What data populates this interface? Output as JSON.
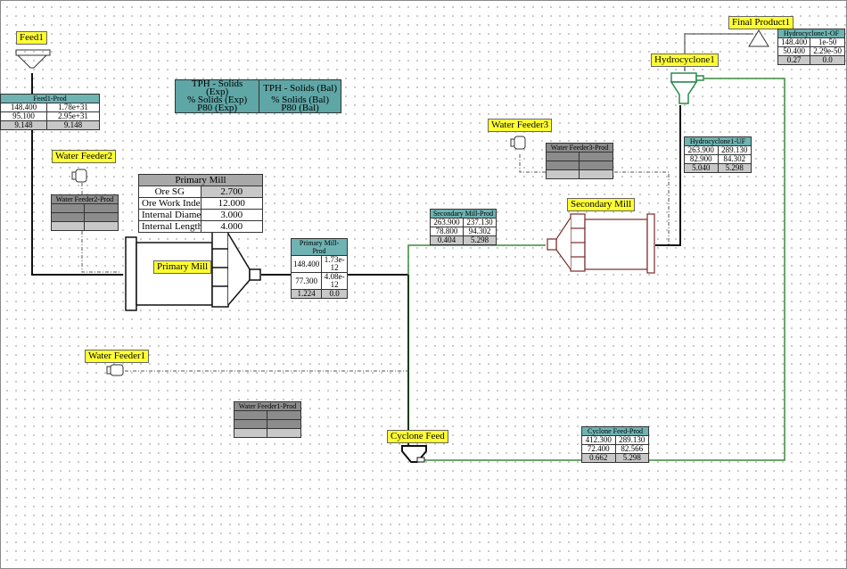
{
  "labels": {
    "feed1": "Feed1",
    "water_feeder2": "Water Feeder2",
    "primary_mill": "Primary Mill",
    "water_feeder1": "Water Feeder1",
    "water_feeder3": "Water Feeder3",
    "secondary_mill": "Secondary Mill",
    "cyclone_feed": "Cyclone Feed",
    "hydrocyclone1": "Hydrocyclone1",
    "final_product1": "Final Product1"
  },
  "legend": {
    "rows": [
      [
        "TPH - Solids (Exp)",
        "TPH - Solids (Bal)"
      ],
      [
        "% Solids (Exp)",
        "% Solids (Bal)"
      ],
      [
        "P80 (Exp)",
        "P80 (Bal)"
      ]
    ]
  },
  "primary_mill_params": {
    "title": "Primary Mill",
    "rows": [
      [
        "Ore SG",
        "2.700"
      ],
      [
        "Ore Work Index (Sim)",
        "12.000"
      ],
      [
        "Internal Diameter (m) (Sim)",
        "3.000"
      ],
      [
        "Internal Length (m)",
        "4.000"
      ]
    ]
  },
  "streams": {
    "feed1_prod": {
      "title": "Feed1-Prod",
      "rows": [
        [
          "148.400",
          "1.78e+31"
        ],
        [
          "95.100",
          "2.95e+31"
        ],
        [
          "9.148",
          "9.148"
        ]
      ]
    },
    "water_feeder2_prod": {
      "title": "Water Feeder2-Prod"
    },
    "primary_mill_prod": {
      "title": "Primary Mill-Prod",
      "rows": [
        [
          "148.400",
          "1.73e-12"
        ],
        [
          "77.300",
          "4.08e-12"
        ],
        [
          "1.224",
          "0.0"
        ]
      ]
    },
    "secondary_mill_prod": {
      "title": "Secondary Mill-Prod",
      "rows": [
        [
          "263.900",
          "237.130"
        ],
        [
          "78.800",
          "94.302"
        ],
        [
          "0.404",
          "5.298"
        ]
      ]
    },
    "water_feeder3_prod": {
      "title": "Water Feeder3-Prod"
    },
    "hydrocyclone1_uf": {
      "title": "Hydrocyclone1-UF",
      "rows": [
        [
          "263.900",
          "289.130"
        ],
        [
          "82.900",
          "84.302"
        ],
        [
          "5.040",
          "5.298"
        ]
      ]
    },
    "hydrocyclone1_of": {
      "title": "Hydrocyclone1-OF",
      "rows": [
        [
          "148.400",
          "1e-50"
        ],
        [
          "50.400",
          "2.29e-50"
        ],
        [
          "0.27",
          "0.0"
        ]
      ]
    },
    "water_feeder1_prod": {
      "title": "Water Feeder1-Prod"
    },
    "cyclone_feed_prod": {
      "title": "Cyclone Feed-Prod",
      "rows": [
        [
          "412.300",
          "289.130"
        ],
        [
          "72.400",
          "82.566"
        ],
        [
          "0.662",
          "5.298"
        ]
      ]
    }
  }
}
